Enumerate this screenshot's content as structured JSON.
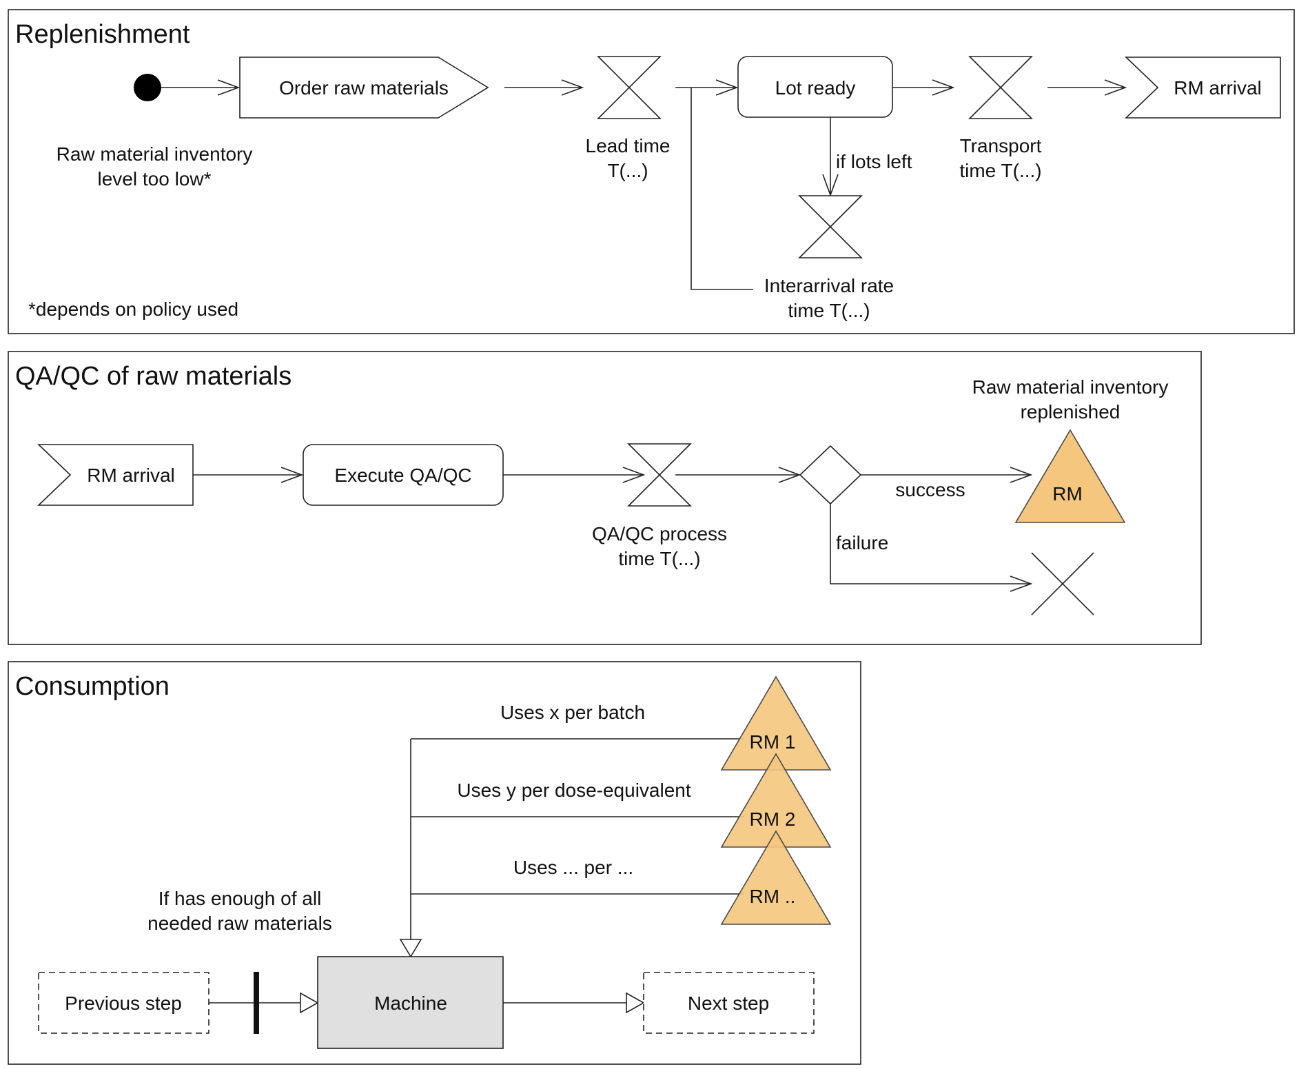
{
  "colors": {
    "resource_fill": "#F5C77E",
    "resource_stroke": "#4A4A4A",
    "machine_fill": "#E0E0E0",
    "line": "#222222"
  },
  "replenishment": {
    "title": "Replenishment",
    "trigger_note_line1": "Raw material inventory",
    "trigger_note_line2": "level too low*",
    "order_label": "Order raw materials",
    "lead_time_line1": "Lead time",
    "lead_time_line2": "T(...)",
    "lot_ready_label": "Lot ready",
    "if_lots_left_label": "if lots left",
    "interarrival_line1": "Interarrival rate",
    "interarrival_line2": "time T(...)",
    "transport_line1": "Transport",
    "transport_line2": "time T(...)",
    "rm_arrival_label": "RM arrival",
    "footnote": "*depends on policy used"
  },
  "qaqc": {
    "title": "QA/QC of raw materials",
    "rm_arrival_label": "RM arrival",
    "execute_label": "Execute QA/QC",
    "process_time_line1": "QA/QC process",
    "process_time_line2": "time T(...)",
    "success_label": "success",
    "failure_label": "failure",
    "replenished_line1": "Raw material inventory",
    "replenished_line2": "replenished",
    "rm_label": "RM"
  },
  "consumption": {
    "title": "Consumption",
    "uses_1": "Uses x per batch",
    "uses_2": "Uses y per dose-equivalent",
    "uses_3": "Uses ... per ...",
    "rm1_label": "RM 1",
    "rm2_label": "RM 2",
    "rm3_label": "RM ..",
    "condition_line1": "If has enough of all",
    "condition_line2": "needed raw materials",
    "previous_step_label": "Previous step",
    "machine_label": "Machine",
    "next_step_label": "Next step"
  }
}
